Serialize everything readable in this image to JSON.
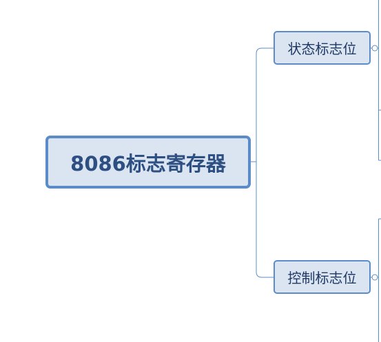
{
  "mindmap": {
    "root": {
      "label": "8086标志寄存器"
    },
    "children": [
      {
        "label": "状态标志位",
        "collapsed_toggle": true
      },
      {
        "label": "控制标志位",
        "collapsed_toggle": true
      }
    ]
  },
  "colors": {
    "node_fill": "#dbe5f1",
    "node_border": "#5b8cc8",
    "root_text": "#2d4f82",
    "child_text": "#1f3864",
    "connector": "#5b8cc8"
  }
}
